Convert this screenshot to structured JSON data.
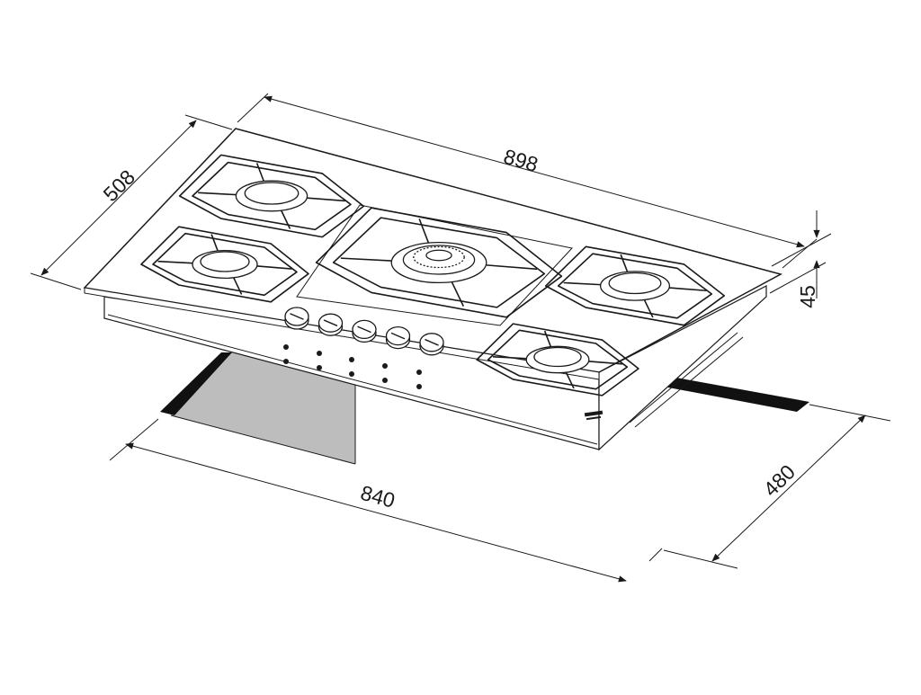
{
  "diagram": {
    "dimensions": {
      "width_top": "898",
      "depth_top": "508",
      "height": "45",
      "cutout_width": "840",
      "cutout_depth": "480"
    },
    "knob_count": 5,
    "burner_count": 5,
    "colors": {
      "line": "#1a1a1a",
      "cutout_shade": "#bdbdbd",
      "cutout_edge": "#111111",
      "background": "#ffffff"
    }
  }
}
